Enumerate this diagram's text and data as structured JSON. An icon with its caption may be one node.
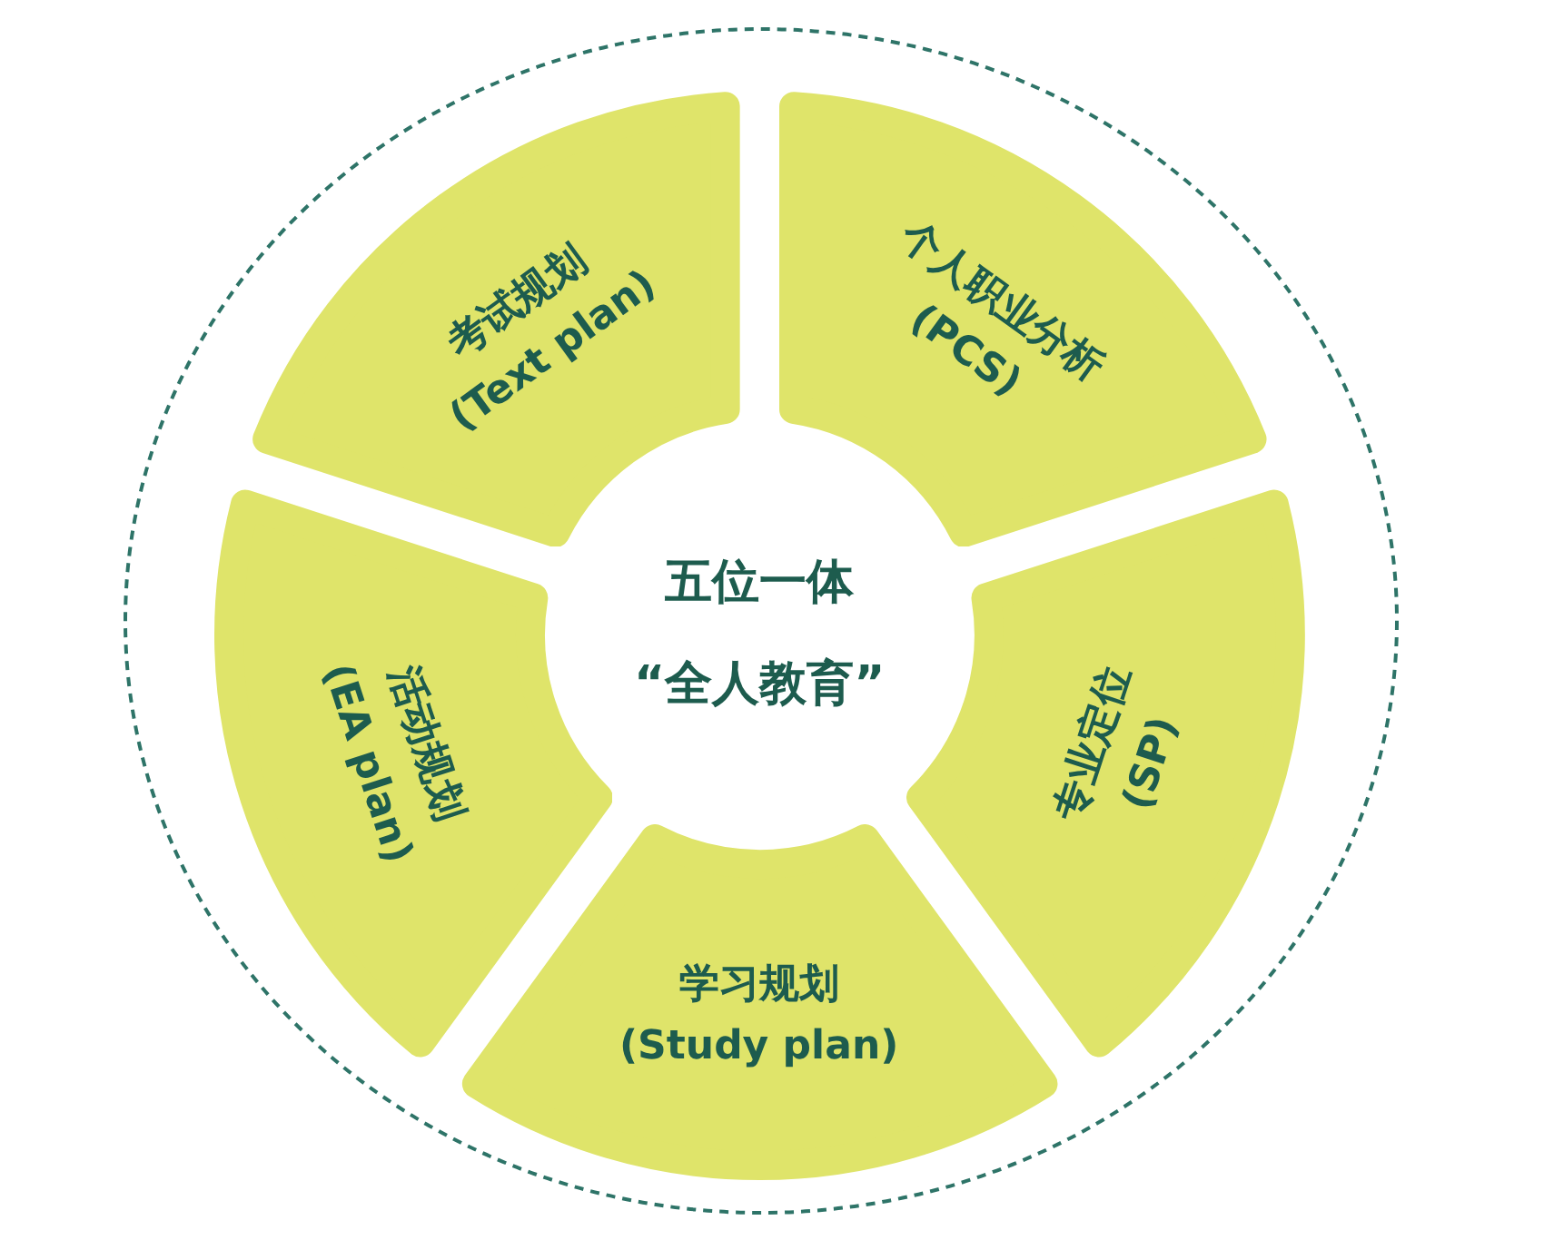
{
  "diagram": {
    "nodes": [
      {
        "text": [
          "五位一体",
          "“全人教育”"
        ]
      },
      {
        "text": [
          "考试规划",
          "(Text plan)"
        ]
      },
      {
        "text": [
          "个人职业分析",
          "(PCS)"
        ]
      },
      {
        "text": [
          "活动规划",
          "(EA plan)"
        ]
      },
      {
        "text": [
          "专业定位",
          "(SP)"
        ]
      },
      {
        "text": [
          "学习规划",
          "(Study plan)"
        ]
      }
    ]
  }
}
